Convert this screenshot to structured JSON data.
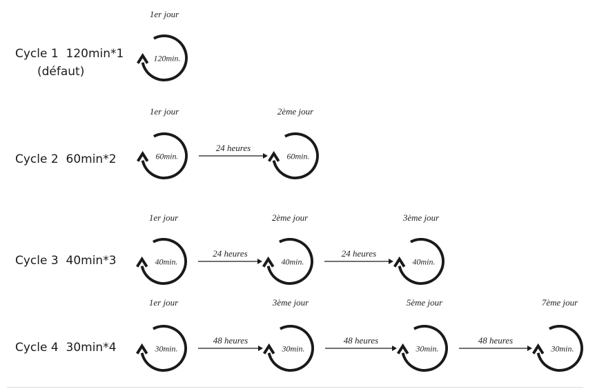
{
  "diagram": {
    "cycles": [
      {
        "name": "Cycle 1",
        "spec": "120min*1",
        "note": "(défaut)",
        "steps": [
          {
            "day": "1er jour",
            "duration": "120min."
          }
        ],
        "intervals": []
      },
      {
        "name": "Cycle 2",
        "spec": "60min*2",
        "steps": [
          {
            "day": "1er jour",
            "duration": "60min."
          },
          {
            "day": "2ème jour",
            "duration": "60min."
          }
        ],
        "intervals": [
          "24 heures"
        ]
      },
      {
        "name": "Cycle 3",
        "spec": "40min*3",
        "steps": [
          {
            "day": "1er jour",
            "duration": "40min."
          },
          {
            "day": "2ème jour",
            "duration": "40min."
          },
          {
            "day": "3ème jour",
            "duration": "40min."
          }
        ],
        "intervals": [
          "24 heures",
          "24 heures"
        ]
      },
      {
        "name": "Cycle 4",
        "spec": "30min*4",
        "steps": [
          {
            "day": "1er jour",
            "duration": "30min."
          },
          {
            "day": "3ème jour",
            "duration": "30min."
          },
          {
            "day": "5ème jour",
            "duration": "30min."
          },
          {
            "day": "7ème jour",
            "duration": "30min."
          }
        ],
        "intervals": [
          "48 heures",
          "48 heures",
          "48 heures"
        ]
      }
    ],
    "colors": {
      "stroke": "#1a1a1a",
      "text": "#1a1a1a"
    },
    "icon": "circular-arrow-icon"
  }
}
